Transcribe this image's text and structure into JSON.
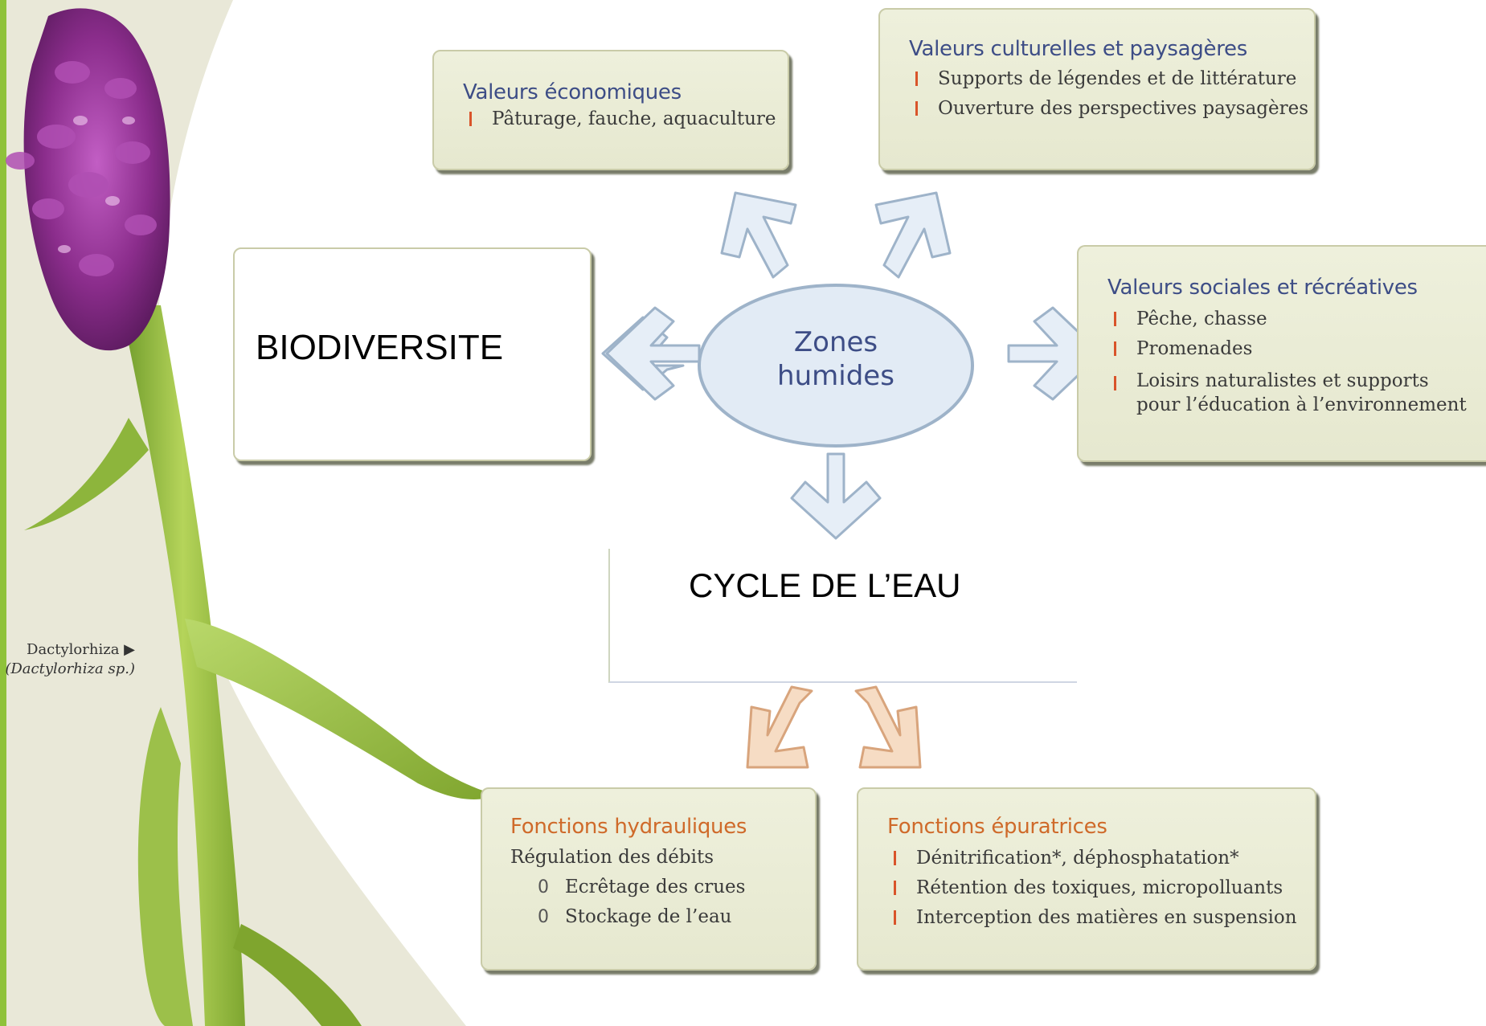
{
  "center": {
    "line1": "Zones",
    "line2": "humides"
  },
  "biodiversite": "BIODIVERSITE",
  "cycle": "CYCLE DE L’EAU",
  "caption": {
    "line1": "Dactylorhiza ▶",
    "line2": "(Dactylorhiza sp.)"
  },
  "eco": {
    "title": "Valeurs économiques",
    "items": [
      "Pâturage, fauche, aquaculture"
    ]
  },
  "culture": {
    "title": "Valeurs culturelles et paysagères",
    "items": [
      "Supports de légendes et de littérature",
      "Ouverture des perspectives paysagères"
    ]
  },
  "social": {
    "title": "Valeurs sociales et récréatives",
    "items": [
      "Pêche, chasse",
      "Promenades",
      "Loisirs naturalistes et supports pour l’éducation à l’environnement"
    ]
  },
  "hydro": {
    "title": "Fonctions hydrauliques",
    "subtitle": "Régulation des débits",
    "bullet_mark": "0",
    "items": [
      "Ecrêtage des crues",
      "Stockage de l’eau"
    ]
  },
  "epur": {
    "title": "Fonctions épuratrices",
    "items": [
      "Dénitrification*, déphosphatation*",
      "Rétention des toxiques, micropolluants",
      "Interception des matières en suspension"
    ]
  },
  "colors": {
    "box_fill": "#e8ead2",
    "title_blue": "#3d4d86",
    "title_orange": "#cf6a2a",
    "bullet_red": "#d9542a",
    "arrow_blue": "#e3ecf6",
    "arrow_peach": "#f6dcc4",
    "stem_green": "#8fb83a",
    "flower_purple": "#8a2c8a"
  }
}
